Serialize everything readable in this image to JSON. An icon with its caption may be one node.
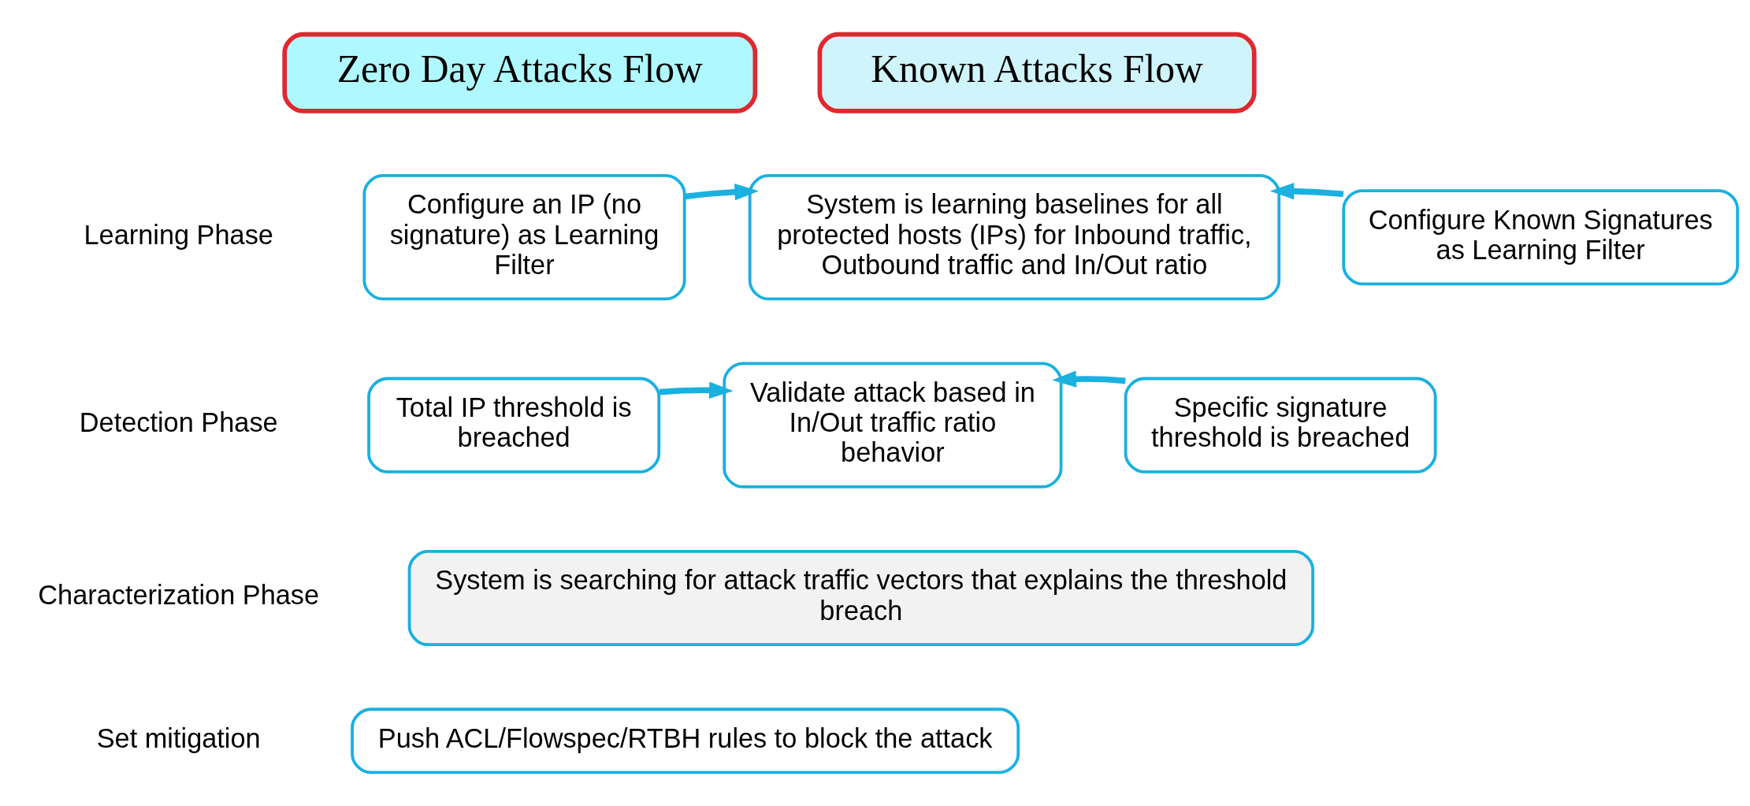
{
  "diagram": {
    "nodes": [
      {
        "text": [
          "Zero Day Attacks Flow"
        ]
      },
      {
        "text": [
          "Known Attacks Flow"
        ]
      },
      {
        "text": [
          "Configure an IP (no signature) as Learning Filter"
        ]
      },
      {
        "text": [
          "System is learning baselines for all protected hosts (IPs) for Inbound traffic, Outbound traffic and In/Out ratio"
        ]
      },
      {
        "text": [
          "Configure Known Signatures as Learning Filter"
        ]
      },
      {
        "text": [
          "Total IP threshold is breached"
        ]
      },
      {
        "text": [
          "Validate attack based in In/Out traffic ratio behavior"
        ]
      },
      {
        "text": [
          "Specific signature threshold is breached"
        ]
      },
      {
        "text": [
          "System is searching for attack traffic vectors that explains the threshold breach"
        ]
      },
      {
        "text": [
          "Push ACL/Flowspec/RTBH rules to block the attack"
        ]
      }
    ],
    "edges": [
      {
        "from": 2,
        "to": 3,
        "arrow": "to"
      },
      {
        "from": 4,
        "to": 3,
        "arrow": "to"
      },
      {
        "from": 5,
        "to": 6,
        "arrow": "to"
      },
      {
        "from": 7,
        "to": 6,
        "arrow": "to"
      }
    ],
    "labels": [
      "Learning Phase",
      "Detection Phase",
      "Characterization Phase",
      "Set mitigation"
    ]
  }
}
